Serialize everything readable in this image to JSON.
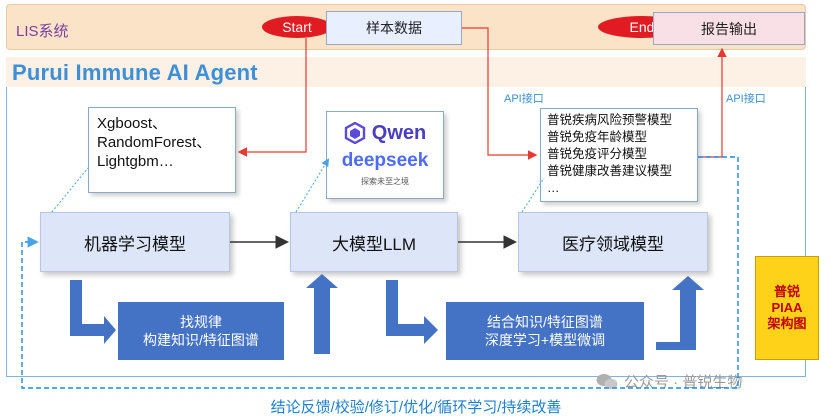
{
  "lis": {
    "title": "LIS系统",
    "start_label": "Start",
    "input_label": "样本数据",
    "end_label": "End",
    "output_label": "报告输出"
  },
  "agent": {
    "title": "Purui Immune AI Agent"
  },
  "api": {
    "left": "API接口",
    "right": "API接口"
  },
  "ml_note": {
    "line1": "Xgboost、",
    "line2": "RandomForest、",
    "line3": "Lightgbm…"
  },
  "llm_logos": {
    "qwen": "Qwen",
    "deepseek": "deepseek",
    "deepseek_tagline": "探索未至之境"
  },
  "domain_note": {
    "line1": "普锐疾病风险预警模型",
    "line2": "普锐免疫年龄模型",
    "line3": "普锐免疫评分模型",
    "line4": "普锐健康改善建议模型",
    "line5": "…"
  },
  "models": {
    "ml": "机器学习模型",
    "llm": "大模型LLM",
    "domain": "医疗领域模型"
  },
  "process_left": {
    "line1": "找规律",
    "line2": "构建知识/特征图谱"
  },
  "process_right": {
    "line1": "结合知识/特征图谱",
    "line2": "深度学习+模型微调"
  },
  "piaa": {
    "line1": "普锐",
    "line2": "PIAA",
    "line3": "架构图"
  },
  "feedback": "结论反馈/校验/修订/优化/循环学习/持续改善",
  "watermark": "公众号 · 普锐生物",
  "colors": {
    "accent_blue": "#3d8fd6",
    "box_blue": "#4472c4",
    "start_red": "#e11b22",
    "connector_red": "#e53935",
    "piaa_yellow": "#ffd21a"
  }
}
